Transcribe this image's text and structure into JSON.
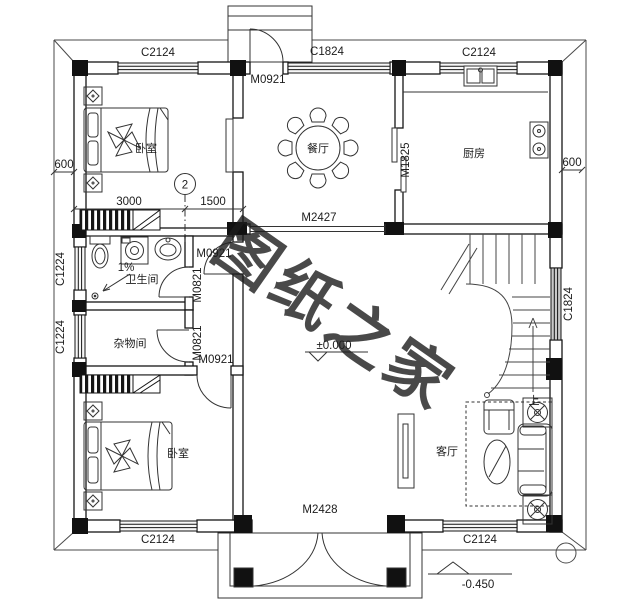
{
  "watermark": {
    "text": "图纸之家",
    "color": "#c96a6a"
  },
  "rooms": {
    "bedroom1": {
      "label": "卧室"
    },
    "dining": {
      "label": "餐厅"
    },
    "kitchen": {
      "label": "厨房"
    },
    "bathroom": {
      "label": "卫生间"
    },
    "storage": {
      "label": "杂物间"
    },
    "bedroom2": {
      "label": "卧室"
    },
    "living": {
      "label": "客厅"
    }
  },
  "windows": {
    "top_left": "C2124",
    "top_center": "C1824",
    "top_right": "C2124",
    "left_upper": "C1224",
    "left_lower": "C1224",
    "right": "C1824",
    "bottom_left": "C2124",
    "bottom_right": "C2124"
  },
  "doors": {
    "porch_top": "M0921",
    "kitchen": "M1825",
    "dining_living": "M2427",
    "hall_top": "M0921",
    "bathroom": "M0821",
    "storage": "M0821",
    "bedroom2": "M0921",
    "entrance": "M2428"
  },
  "dimensions": {
    "left_eave": "600",
    "right_eave": "600",
    "bedroom_width": "3000",
    "hall_width": "1500"
  },
  "levels": {
    "ground": "±0.000",
    "porch": "-0.450"
  },
  "stairs": {
    "up": "上"
  },
  "grid": {
    "axis_2": "2"
  },
  "annotations": {
    "slope": "1%"
  }
}
